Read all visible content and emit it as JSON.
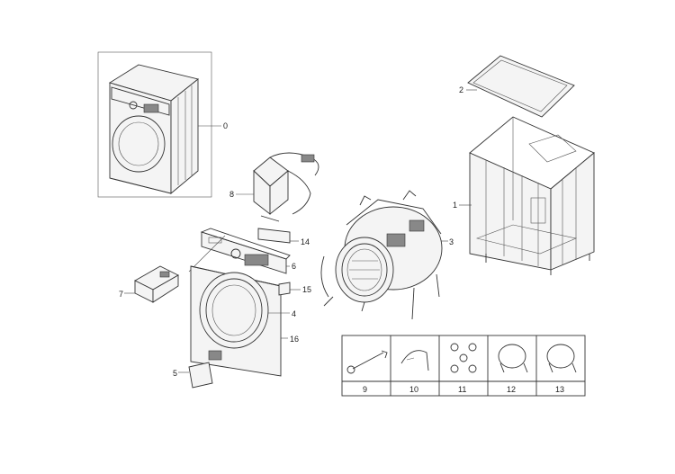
{
  "diagram": {
    "callouts": {
      "c0": "0",
      "c1": "1",
      "c2": "2",
      "c3": "3",
      "c4": "4",
      "c5": "5",
      "c6": "6",
      "c7": "7",
      "c8": "8",
      "c14": "14",
      "c15": "15",
      "c16": "16"
    },
    "accessories": [
      "9",
      "10",
      "11",
      "12",
      "13"
    ]
  },
  "colors": {
    "line": "#333333",
    "background": "#ffffff"
  }
}
